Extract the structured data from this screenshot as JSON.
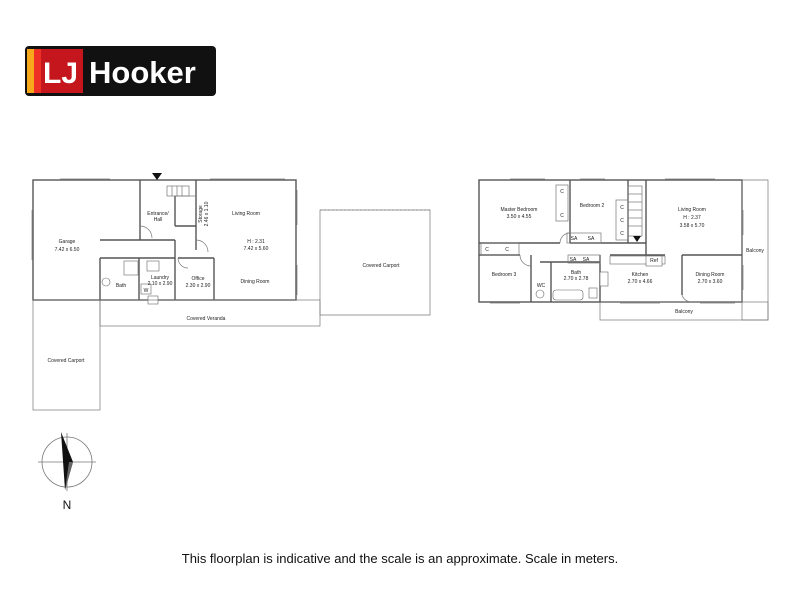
{
  "brand": {
    "name": "Hooker",
    "initials": "LJ",
    "bg": "#111111",
    "accents": [
      "#f7a81b",
      "#ee3124",
      "#c4161c"
    ]
  },
  "ground": {
    "garage": {
      "name": "Garage",
      "dims": "7.42 x 6.50"
    },
    "entrance": {
      "name": "Entrance/",
      "name2": "Hall"
    },
    "storage": {
      "name": "Storage",
      "dims": "2.46 x 1.10"
    },
    "living": {
      "name": "Living Room",
      "height": "H : 2.31",
      "dims": "7.42 x 5.60"
    },
    "dining": "Dining Room",
    "bath": "Bath",
    "laundry": {
      "name": "Laundry",
      "dims": "2.10 x 2.90"
    },
    "washer": "W",
    "office": {
      "name": "Office",
      "dims": "2.30 x 2.90"
    },
    "veranda": "Covered Veranda",
    "carport_right": "Covered Carport",
    "carport_left": "Covered Carport"
  },
  "upper": {
    "master": {
      "name": "Master Bedroom",
      "dims": "3.50 x 4.55"
    },
    "bedroom2": "Bedroom 2",
    "bedroom3": "Bedroom 3",
    "living": {
      "name": "Living Room",
      "height": "H : 2.37",
      "dims": "3.58 x 5.70"
    },
    "bath": {
      "name": "Bath",
      "dims": "2.70 x 2.78"
    },
    "wc": "WC",
    "kitchen": {
      "name": "Kitchen",
      "dims": "2.70 x 4.66"
    },
    "fridge": "Ref",
    "dining": {
      "name": "Dining Room",
      "dims": "2.70 x 3.60"
    },
    "balcony_side": "Balcony",
    "balcony_bottom": "Balcony",
    "closet": "C",
    "storage_abbr": "SA"
  },
  "compass": {
    "label": "N"
  },
  "disclaimer": "This floorplan is indicative and the scale is an approximate. Scale in meters."
}
